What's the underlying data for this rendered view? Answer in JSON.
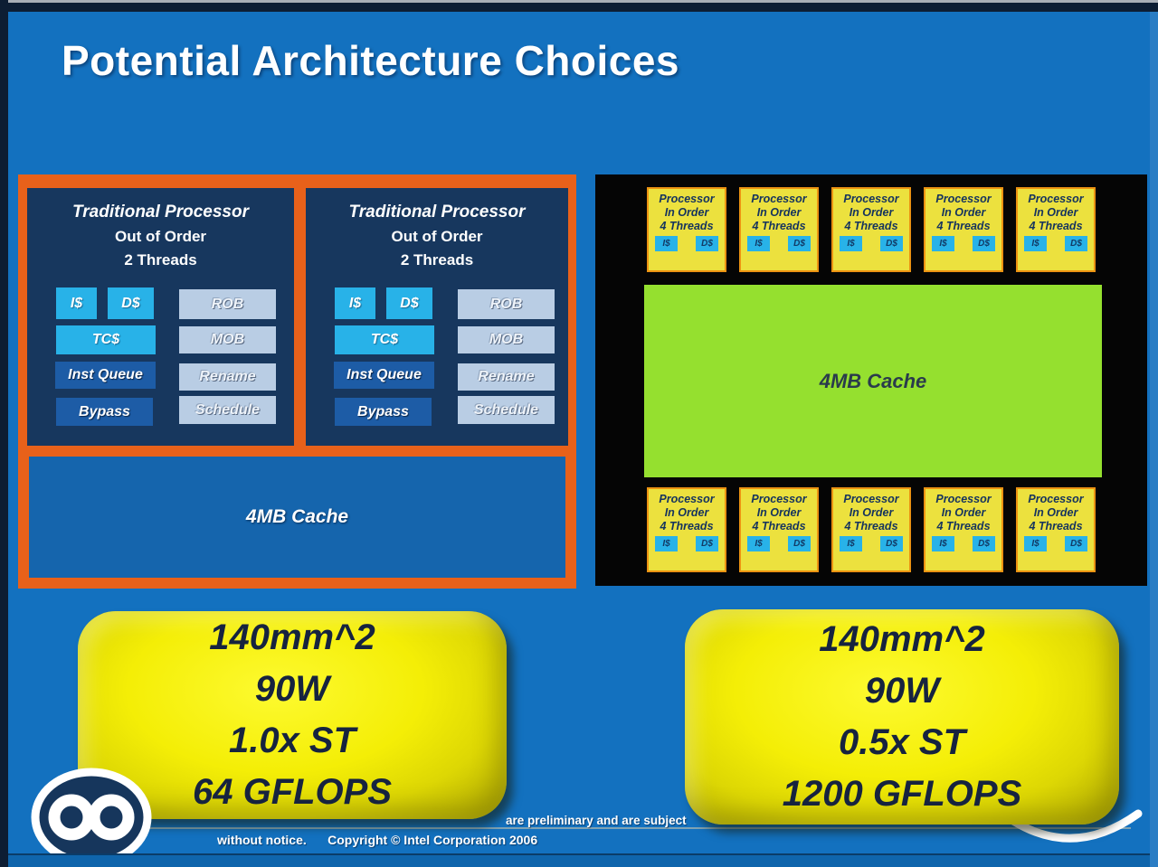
{
  "title": "Potential Architecture Choices",
  "left_panel": {
    "processors": [
      {
        "line1": "Traditional Processor",
        "line2": "Out of Order",
        "line3": "2 Threads",
        "chips": {
          "icache": "I$",
          "dcache": "D$",
          "rob": "ROB",
          "tcs": "TC$",
          "mob": "MOB",
          "inst_queue": "Inst Queue",
          "rename": "Rename",
          "bypass": "Bypass",
          "schedule": "Schedule"
        }
      },
      {
        "line1": "Traditional Processor",
        "line2": "Out of Order",
        "line3": "2 Threads",
        "chips": {
          "icache": "I$",
          "dcache": "D$",
          "rob": "ROB",
          "tcs": "TC$",
          "mob": "MOB",
          "inst_queue": "Inst Queue",
          "rename": "Rename",
          "bypass": "Bypass",
          "schedule": "Schedule"
        }
      }
    ],
    "cache_label": "4MB Cache"
  },
  "right_panel": {
    "processor": {
      "line1": "Processor",
      "line2": "In Order",
      "line3": "4 Threads",
      "icache": "I$",
      "dcache": "D$"
    },
    "top_row_count": 5,
    "bottom_row_count": 5,
    "cache_label": "4MB Cache"
  },
  "results": {
    "left": {
      "lines": [
        "140mm^2",
        "90W",
        "1.0x ST",
        "64 GFLOPS"
      ]
    },
    "right": {
      "lines": [
        "140mm^2",
        "90W",
        "0.5x ST",
        "1200 GFLOPS"
      ]
    }
  },
  "footer": {
    "line1_fragment": "are preliminary and are subject",
    "line2": "without notice.      Copyright © Intel Corporation 2006"
  },
  "colors": {
    "background_blue": "#1371bf",
    "accent_orange": "#e8611a",
    "processor_navy": "#17375e",
    "cache_cyan": "#28b2e8",
    "buffer_light_blue": "#b9cde4",
    "queue_medium_blue": "#1d5ca6",
    "left_cache_blue": "#1565ad",
    "shared_cache_green": "#95e02f",
    "mini_processor_yellow": "#ece13e",
    "mini_processor_border": "#ec9312"
  }
}
